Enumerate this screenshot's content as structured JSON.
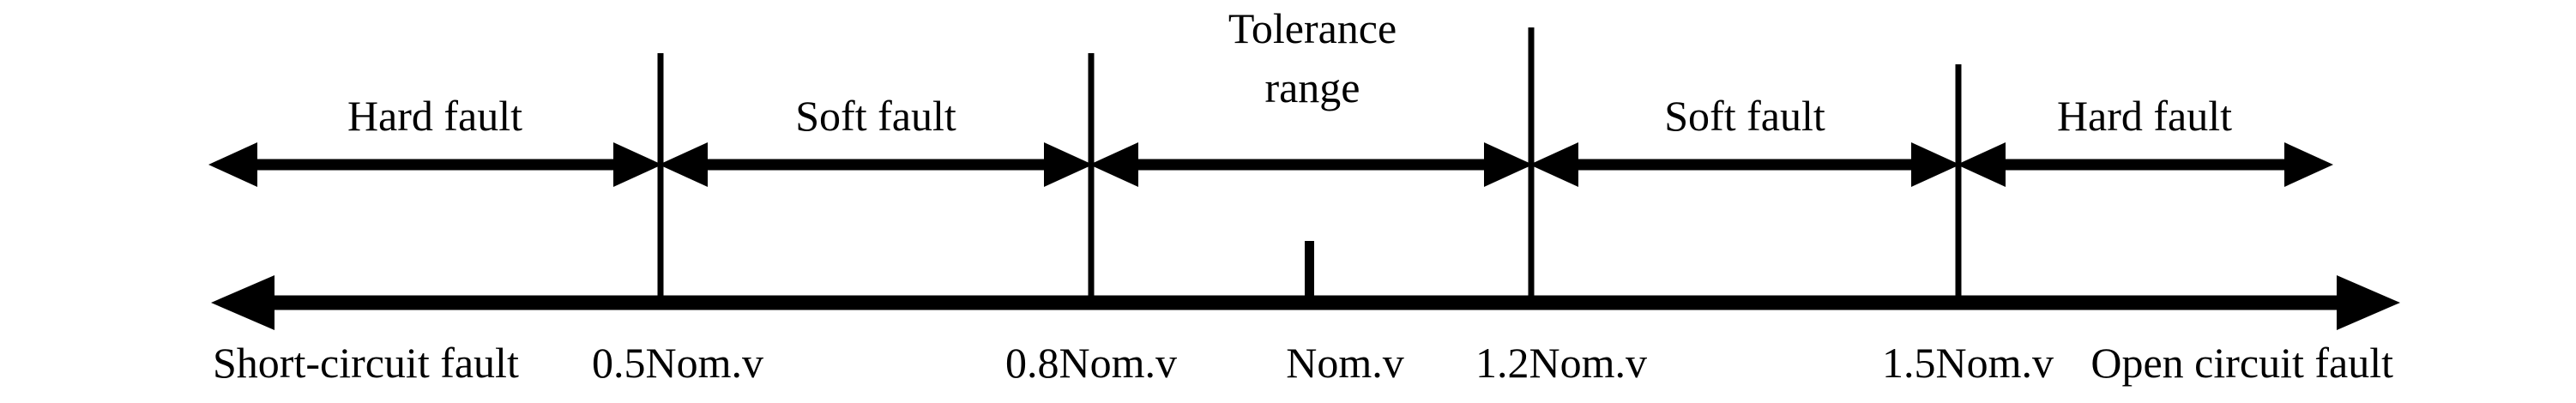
{
  "figure": {
    "title": "Voltage fault classification number line",
    "background_color": "#ffffff",
    "stroke_color": "#000000"
  },
  "chart_data": {
    "type": "diagram",
    "title": "",
    "xlabel": "",
    "ylabel": "",
    "axis": {
      "double_headed": true,
      "left_end_label": "Short-circuit fault",
      "right_end_label": "Open circuit fault",
      "tick_labels": [
        "0.5Nom.v",
        "0.8Nom.v",
        "Nom.v",
        "1.2Nom.v",
        "1.5Nom.v"
      ],
      "tick_values": [
        0.5,
        0.8,
        1.0,
        1.2,
        1.5
      ],
      "nominal_marker_label": "Nom.v",
      "nominal_marker_value": 1.0
    },
    "regions": [
      {
        "label": "Hard fault",
        "from": "Short-circuit fault",
        "to": "0.5Nom.v"
      },
      {
        "label": "Soft fault",
        "from": "0.5Nom.v",
        "to": "0.8Nom.v"
      },
      {
        "label": "Tolerance range",
        "label_line1": "Tolerance",
        "label_line2": "range",
        "from": "0.8Nom.v",
        "to": "1.2Nom.v"
      },
      {
        "label": "Soft fault",
        "from": "1.2Nom.v",
        "to": "1.5Nom.v"
      },
      {
        "label": "Hard fault",
        "from": "1.5Nom.v",
        "to": "Open circuit fault"
      }
    ]
  },
  "labels": {
    "region_hard_left": "Hard fault",
    "region_soft_left": "Soft fault",
    "region_tolerance_line1": "Tolerance",
    "region_tolerance_line2": "range",
    "region_soft_right": "Soft fault",
    "region_hard_right": "Hard fault",
    "tick_0_5": "0.5Nom.v",
    "tick_0_8": "0.8Nom.v",
    "tick_nom": "Nom.v",
    "tick_1_2": "1.2Nom.v",
    "tick_1_5": "1.5Nom.v",
    "end_left": "Short-circuit fault",
    "end_right": "Open circuit fault"
  }
}
